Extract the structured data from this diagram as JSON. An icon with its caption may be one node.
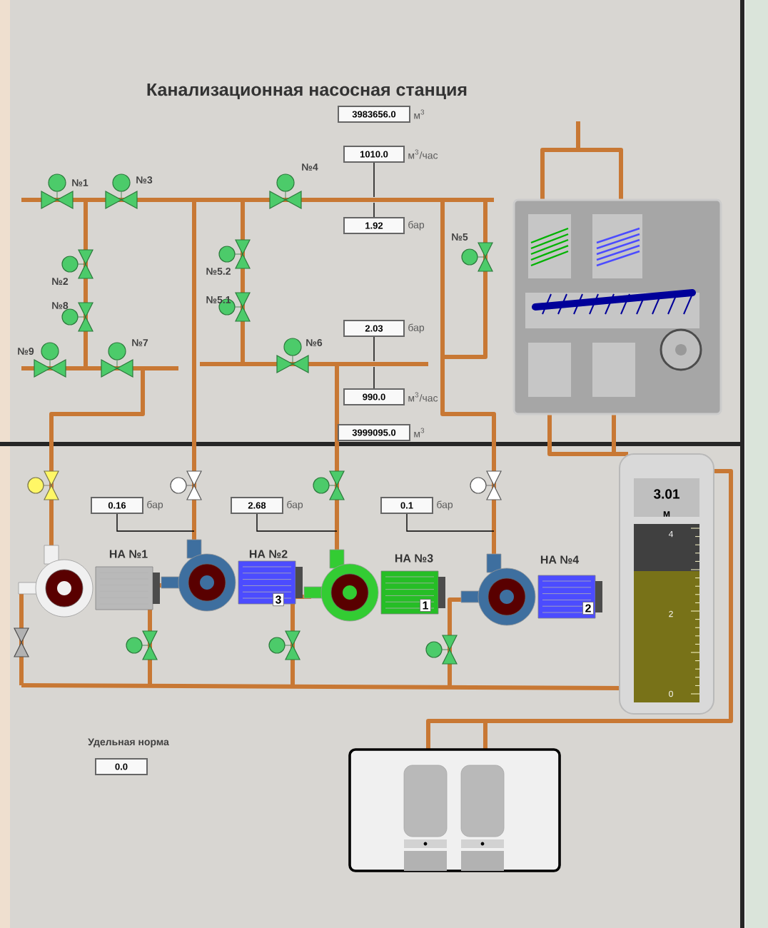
{
  "diagram": {
    "title": "Канализационная насосная станция",
    "nodes": [
      {
        "text": [
          "3983656.0"
        ],
        "beside": [
          "м$^{3}$"
        ]
      },
      {
        "text": [
          "1010.0"
        ],
        "beside": [
          "м$^{3}$/час"
        ]
      },
      {
        "text": [
          "1.92"
        ],
        "beside": [
          "бар"
        ]
      },
      {
        "text": [
          "2.03"
        ],
        "beside": [
          "бар"
        ]
      },
      {
        "text": [
          "990.0"
        ],
        "beside": [
          "м$^{3}$/час"
        ]
      },
      {
        "text": [
          "3999095.0"
        ],
        "beside": [
          "м$^{3}$"
        ]
      },
      {
        "text": [
          "0.16"
        ],
        "beside": [
          "бар"
        ]
      },
      {
        "text": [
          "2.68"
        ],
        "beside": [
          "бар"
        ]
      },
      {
        "text": [
          "0.1"
        ],
        "beside": [
          "бар"
        ]
      },
      {
        "text": [
          "Удельная норма",
          "0.0"
        ]
      }
    ],
    "edges": [
      {
        "from": 1,
        "to": null,
        "arrow": "none"
      },
      {
        "from": 2,
        "to": null,
        "arrow": "none"
      },
      {
        "from": 3,
        "to": null,
        "arrow": "none"
      },
      {
        "from": 4,
        "to": null,
        "arrow": "none"
      },
      {
        "from": 6,
        "to": null,
        "arrow": "none"
      },
      {
        "from": 7,
        "to": null,
        "arrow": "none"
      },
      {
        "from": 8,
        "to": null,
        "arrow": "none"
      }
    ],
    "labels": [
      "№1",
      "№3",
      "№4",
      "№2",
      "№8",
      "№5",
      "№5.2",
      "№5.1",
      "№9",
      "№7",
      "№6",
      "НА №1",
      "НА №2",
      "НА №3",
      "НА №4",
      "3",
      "1",
      "2",
      "3.01",
      "м",
      "4",
      "2",
      "0"
    ]
  }
}
